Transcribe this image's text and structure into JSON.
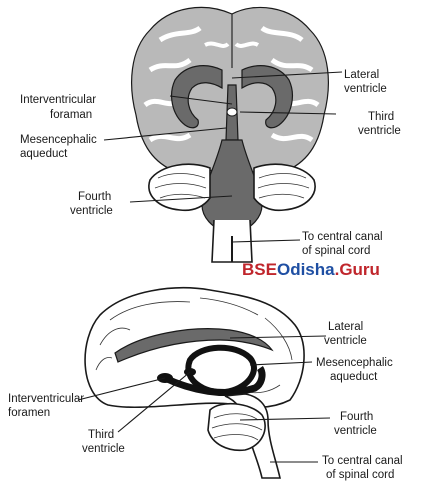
{
  "frontal_view": {
    "labels": {
      "lateral_ventricle": [
        "Lateral",
        "ventricle"
      ],
      "interventricular_foramen": [
        "Interventricular",
        "foraman"
      ],
      "third_ventricle": [
        "Third",
        "ventricle"
      ],
      "mesencephalic_aqueduct": [
        "Mesencephalic",
        "aqueduct"
      ],
      "fourth_ventricle": [
        "Fourth",
        "ventricle"
      ],
      "central_canal": [
        "To central canal",
        "of spinal cord"
      ]
    }
  },
  "watermark": {
    "part1": "BSE",
    "part2": "Odisha",
    "part3": ".Guru"
  },
  "sagittal_view": {
    "labels": {
      "lateral_ventricle": [
        "Lateral",
        "ventricle"
      ],
      "mesencephalic_aqueduct": [
        "Mesencephalic",
        "aqueduct"
      ],
      "interventricular_foramen": [
        "Interventricular",
        "foramen"
      ],
      "third_ventricle": [
        "Third",
        "ventricle"
      ],
      "fourth_ventricle": [
        "Fourth",
        "ventricle"
      ],
      "central_canal": [
        "To central canal",
        "of spinal cord"
      ]
    }
  }
}
